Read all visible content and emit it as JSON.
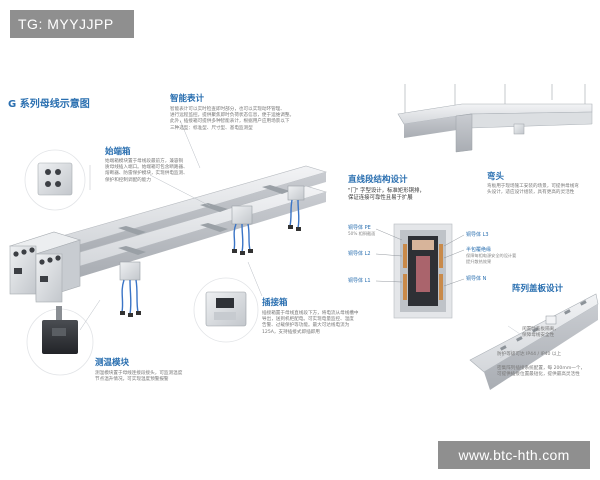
{
  "watermark": {
    "text": "TG: MYYJJPP"
  },
  "website": {
    "text": "www.btc-hth.com"
  },
  "diagram_title": "G 系列母线示意图",
  "smart_meter": {
    "title": "智能表计",
    "desc": [
      "智能表计可以实时检查即时部分，也可以实现动环管理、",
      "进行远程监控。提供聚焦即时负荷状态信息，便于运维调整。",
      "此外，插接箱可提供多种智能表计，根据用户应用场景以下",
      "三种选型：标准型、尺寸型、基电监测型"
    ]
  },
  "end_box": {
    "title": "始端箱",
    "desc": [
      "始端箱模块置于母线段最前方，兼容铜",
      "质母线插入端口。始端箱可包含断路器、",
      "熔断器、防雷保护模块，实现供电监测、",
      "保护和控制调配的能力"
    ]
  },
  "temp_module": {
    "title": "测温模块",
    "desc": [
      "测温模块置于母线连接段接头，可监测温度",
      "节点温升情况，可实现温度预警报警"
    ]
  },
  "plug_box": {
    "title": "插接箱",
    "desc": [
      "插接箱置于母线直线段下方，将电流从母线槽中",
      "导出，送到机柜配电。可实现电量监控、温度",
      "告警、过载保护等功能。最大可达线电流为",
      "125A，支持插接式即插即用"
    ]
  },
  "straight_section": {
    "title": "直线段结构设计",
    "desc": [
      "\"门\" 字型设计，标准矩形铜排，",
      "保证连接可靠性且易于扩展"
    ],
    "labels": {
      "pe": "铜导体 PE",
      "pe_sub": "50% 相铜截面",
      "l2": "铜导体 L2",
      "l1": "铜导体 L1",
      "l3": "铜导体 L3",
      "insulation": "半包覆绝缘",
      "insulation_sub": [
        "保障每相电源安全的设计要",
        "提升散热效果"
      ],
      "n": "铜导体 N"
    }
  },
  "elbow": {
    "title": "弯头",
    "desc": [
      "弯板用于现场施工安装的场景，可提供母线弯",
      "头设计，适应设计组装，具有更高的灵活性"
    ]
  },
  "array_cover": {
    "title": "阵列盖板设计",
    "notes": [
      [
        "闲置时盖板隔离，",
        "保障母线安全性"
      ],
      [
        "防护等级可达 IP44 / IP40 以上"
      ],
      [
        "密集阵列插接系统配置，每 200mm一个，",
        "可提供插接位置最短化，提供最高灵活性"
      ]
    ]
  },
  "colors": {
    "accent": "#2a6fb0",
    "housing": "#d3d6da",
    "busbar_copper": "#c98a4a",
    "cable_blue": "#3a74c6"
  }
}
